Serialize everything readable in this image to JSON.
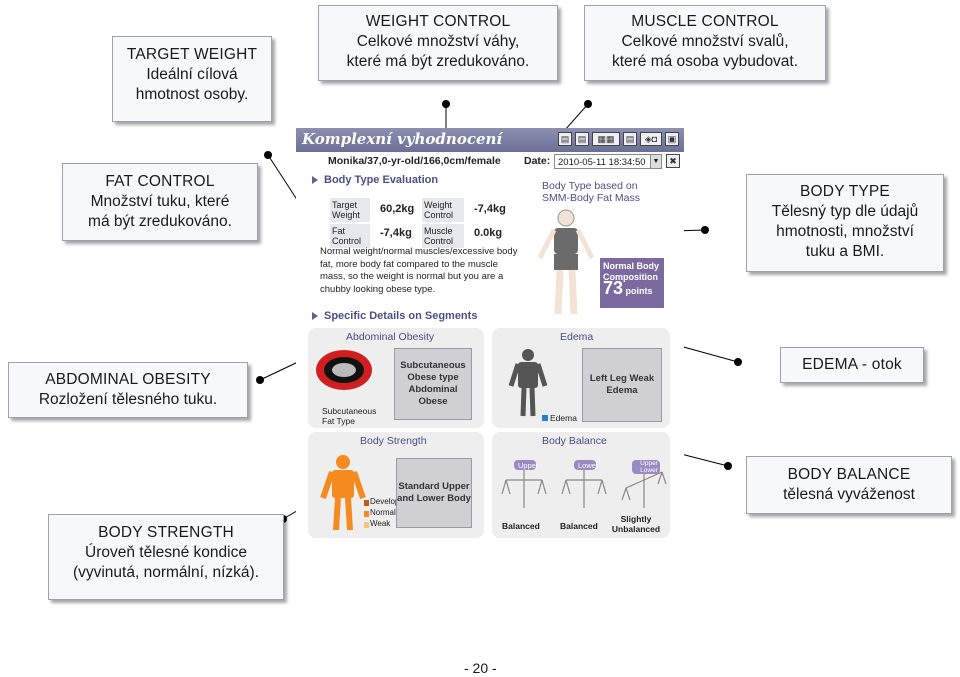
{
  "callouts": {
    "target_weight": {
      "title": "TARGET WEIGHT",
      "lines": [
        "Ideální cílová",
        "hmotnost osoby."
      ]
    },
    "weight_control": {
      "title": "WEIGHT CONTROL",
      "lines": [
        "Celkové množství váhy,",
        "které má být zredukováno."
      ]
    },
    "muscle_control": {
      "title": "MUSCLE CONTROL",
      "lines": [
        "Celkové množství svalů,",
        "které má osoba vybudovat."
      ]
    },
    "fat_control": {
      "title": "FAT CONTROL",
      "lines": [
        "Množství tuku, které",
        "má být zredukováno."
      ]
    },
    "body_type": {
      "title": "BODY TYPE",
      "lines": [
        "Tělesný typ dle údajů",
        "hmotnosti, množství",
        "tuku a BMI."
      ]
    },
    "abdominal_obesity": {
      "title": "ABDOMINAL OBESITY",
      "lines": [
        "Rozložení tělesného tuku."
      ]
    },
    "edema": {
      "title": "EDEMA - otok",
      "lines": []
    },
    "body_balance": {
      "title": "BODY BALANCE",
      "lines": [
        "tělesná vyváženost"
      ]
    },
    "body_strength": {
      "title": "BODY STRENGTH",
      "lines": [
        "Úroveň tělesné kondice",
        "(vyvinutá, normální, nízká)."
      ]
    }
  },
  "app": {
    "title": "Komplexní vyhodnocení",
    "subject": "Monika/37,0-yr-old/166,0cm/female",
    "date_label": "Date:",
    "date_value": "2010-05-11 18:34:50",
    "body_type_eval": "Body Type Evaluation",
    "grid": {
      "target_weight_lbl": "Target Weight",
      "target_weight_val": "60,2kg",
      "weight_control_lbl": "Weight Control",
      "weight_control_val": "-7,4kg",
      "fat_control_lbl": "Fat Control",
      "fat_control_val": "-7,4kg",
      "muscle_control_lbl": "Muscle Control",
      "muscle_control_val": "0.0kg"
    },
    "eval_text": "Normal weight/normal muscles/excessive body fat, more body fat compared to the muscle mass, so the weight is normal but you are a chubby looking obese type.",
    "body_type_based": "Body Type based on SMM-Body Fat Mass",
    "composition_label": "Normal Body Composition",
    "composition_score": "73",
    "composition_unit": "points",
    "specific_details": "Specific Details on Segments",
    "abdominal_title": "Abdominal Obesity",
    "abdominal_box": "Subcutaneous Obese type Abdominal Obese",
    "abdominal_caption": "Subcutaneous Fat Type",
    "edema_title": "Edema",
    "edema_box": "Left Leg Weak Edema",
    "edema_legend": "Edema",
    "strength_title": "Body Strength",
    "strength_box": "Standard Upper and Lower Body",
    "strength_legend": [
      "Developed",
      "Normal",
      "Weak"
    ],
    "balance_title": "Body Balance",
    "balance_labels": [
      "Upper",
      "Lower",
      "Upper Lower"
    ],
    "balance_results": [
      "Balanced",
      "Balanced",
      "Slightly Unbalanced"
    ]
  },
  "page_number": "- 20 -",
  "colors": {
    "app_title_bar": "#7b7fa3",
    "score_box": "#7a6aa0",
    "figure_orange": "#f58a1f",
    "accent_text": "#4b4e8a"
  }
}
